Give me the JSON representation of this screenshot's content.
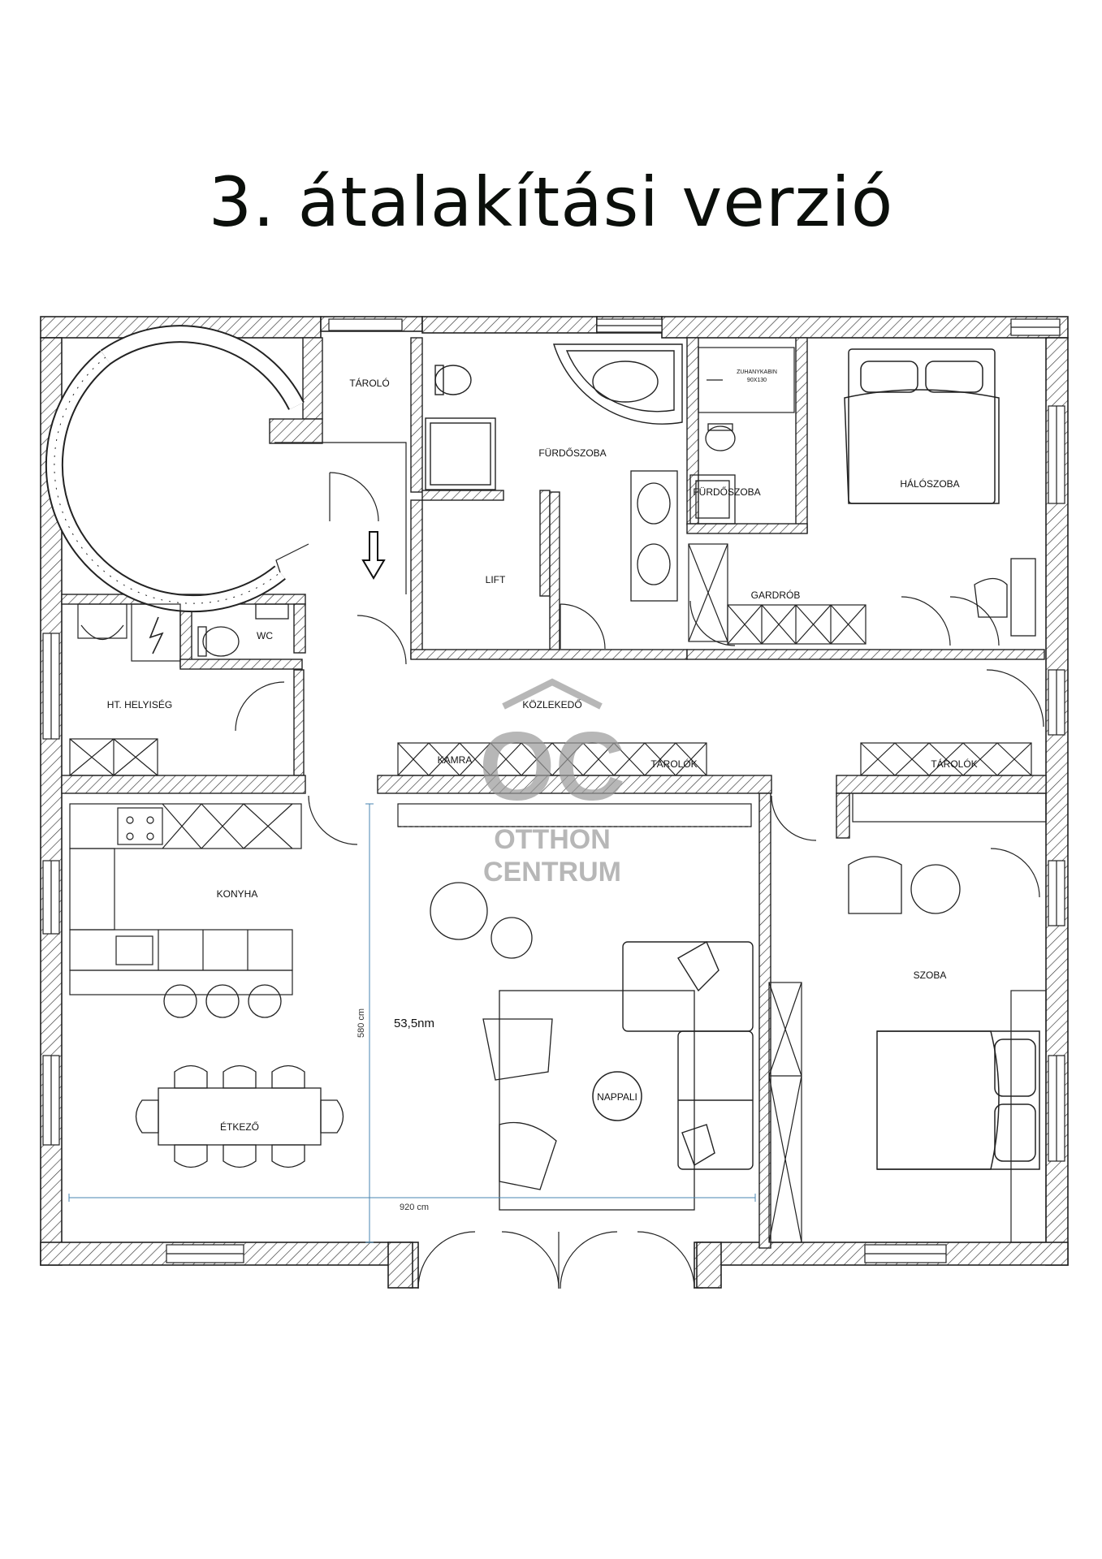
{
  "title": "3. átalakítási verzió",
  "rooms": {
    "taroló": "TÁROLÓ",
    "furdoszoba_main": "FÜRDŐSZOBA",
    "furdoszoba_small": "FÜRDŐSZOBA",
    "haloszoba": "HÁLÓSZOBA",
    "lift": "LIFT",
    "gardrob": "GARDRÓB",
    "wc": "WC",
    "ht_helyiseg": "HT. HELYISÉG",
    "kozlekedo": "KÖZLEKEDŐ",
    "kamra": "KAMRA",
    "tarolok_1": "TÁROLÓK",
    "tarolok_2": "TÁROLÓK",
    "konyha": "KONYHA",
    "szoba": "SZOBA",
    "etkezo": "ÉTKEZŐ",
    "nappali": "NAPPALI"
  },
  "shower_label": {
    "line1": "ZUHANYKABIN",
    "line2": "90X130"
  },
  "area": "53,5nm",
  "dimensions": {
    "vertical": "580 cm",
    "horizontal": "920 cm"
  },
  "watermark": {
    "logo": "OC",
    "line1": "OTTHON",
    "line2": "CENTRUM"
  },
  "colors": {
    "wall": "#222222",
    "dimension": "#4a86b0",
    "watermark": "#9a9a9a"
  }
}
